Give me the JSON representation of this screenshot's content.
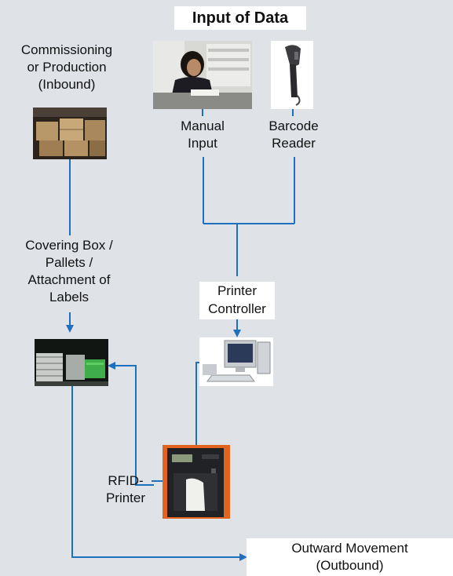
{
  "diagram": {
    "title": "Input of Data",
    "nodes": {
      "commissioning": [
        "Commissioning",
        "or Production",
        "(Inbound)"
      ],
      "manual_input": [
        "Manual",
        "Input"
      ],
      "barcode_reader": [
        "Barcode",
        "Reader"
      ],
      "covering_box": [
        "Covering Box /",
        "Pallets /",
        "Attachment of",
        "Labels"
      ],
      "printer_controller": [
        "Printer",
        "Controller"
      ],
      "rfid_printer": [
        "RFID-",
        "Printer"
      ],
      "outward_movement": [
        "Outward Movement",
        "(Outbound)"
      ]
    },
    "colors": {
      "background": "#dfe3e8",
      "connector": "#1f6fbf"
    },
    "icons": [
      "worker-at-desk-photo",
      "barcode-scanner-photo",
      "boxes-photo",
      "pallets-photo",
      "computer-photo",
      "rfid-printer-photo"
    ]
  }
}
